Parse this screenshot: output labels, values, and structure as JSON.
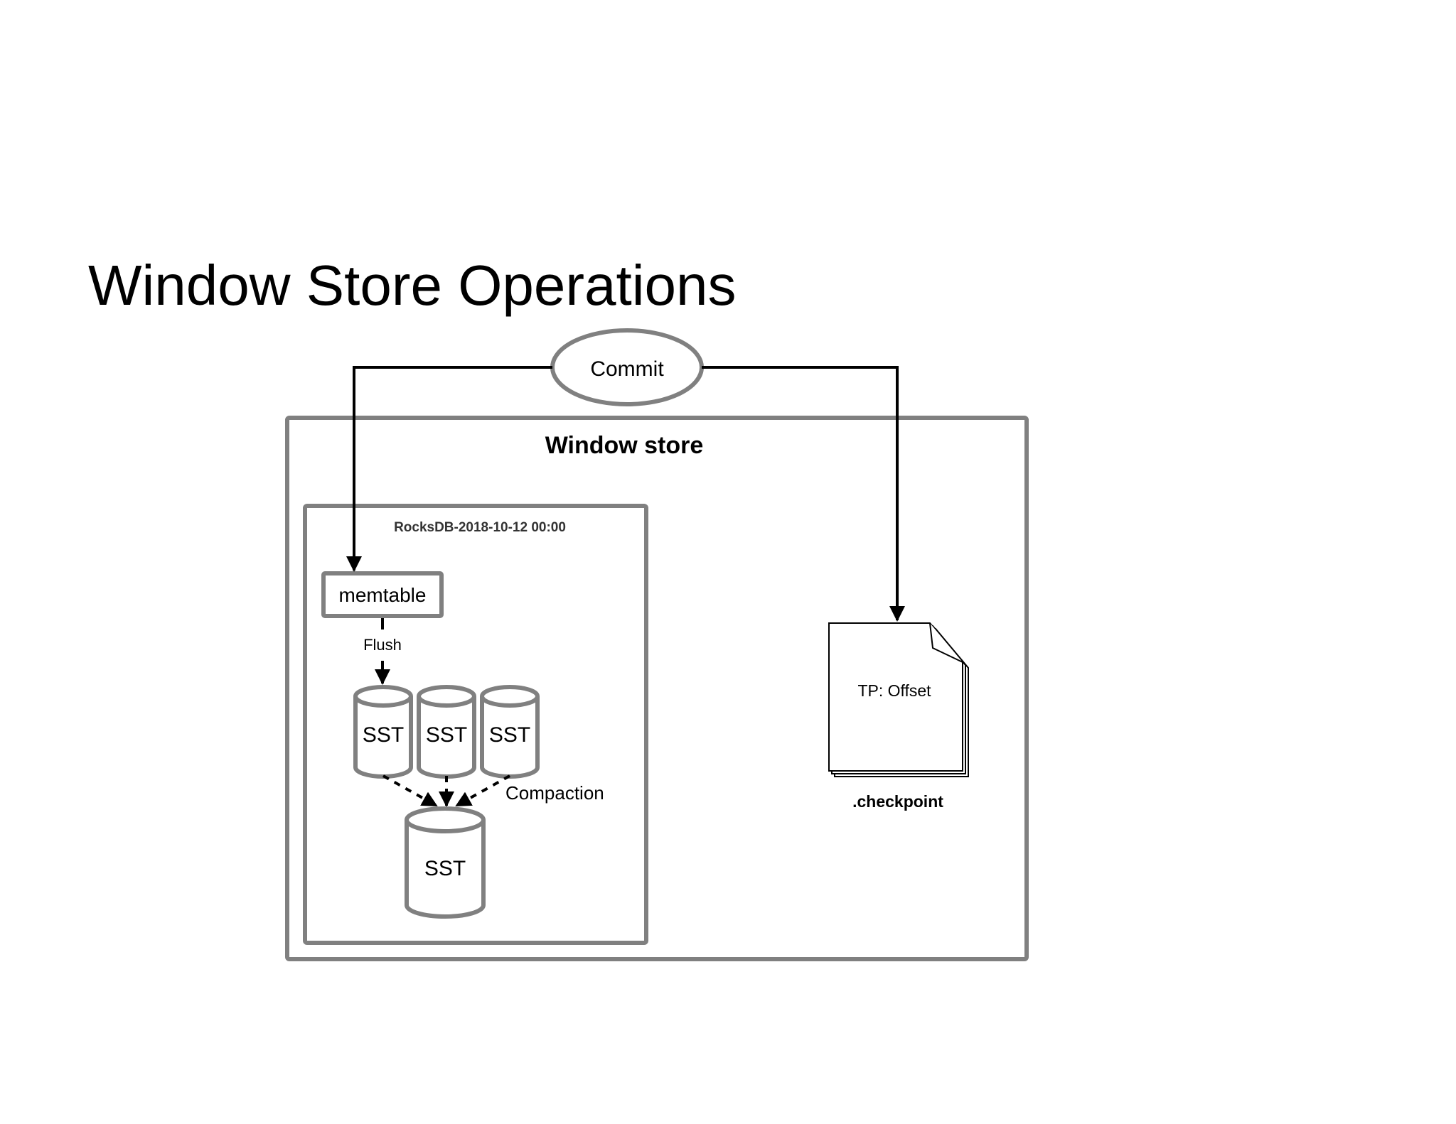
{
  "slide": {
    "title": "Window Store Operations"
  },
  "diagram": {
    "commit_label": "Commit",
    "window_store_label": "Window store",
    "rocksdb_label": "RocksDB-2018-10-12 00:00",
    "memtable_label": "memtable",
    "flush_label": "Flush",
    "sst_labels": [
      "SST",
      "SST",
      "SST"
    ],
    "merged_sst_label": "SST",
    "compaction_label": "Compaction",
    "checkpoint_content": "TP: Offset",
    "checkpoint_label": ".checkpoint"
  },
  "colors": {
    "box_stroke": "#808080",
    "arrow": "#000000",
    "text": "#000000"
  }
}
